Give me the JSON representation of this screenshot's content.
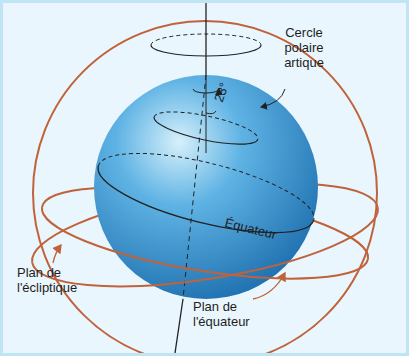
{
  "diagram": {
    "labels": [
      "Cercle polaire artique",
      "23°",
      "Équateur",
      "Plan de l'écliptique",
      "Plan de l'équateur"
    ]
  }
}
